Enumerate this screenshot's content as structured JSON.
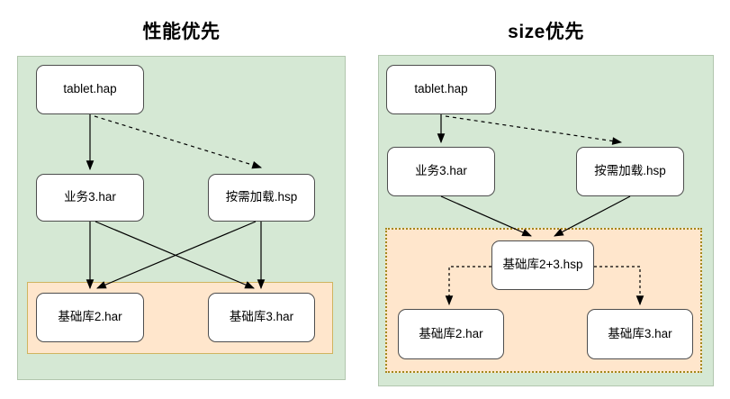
{
  "colors": {
    "panel_green_fill": "#d5e8d4",
    "panel_green_stroke": "#b2c6ae",
    "panel_orange_fill": "#ffe6cc",
    "panel_orange_solid_stroke": "#d0b45f",
    "panel_orange_dotted_stroke": "#a3881c",
    "node_fill": "#ffffff",
    "node_stroke": "#4d4d4d",
    "edge_color": "#000000"
  },
  "diagrams": {
    "left": {
      "title": "性能优先",
      "nodes": {
        "tablet": "tablet.hap",
        "business": "业务3.har",
        "ondemand": "按需加载.hsp",
        "base2": "基础库2.har",
        "base3": "基础库3.har"
      }
    },
    "right": {
      "title": "size优先",
      "nodes": {
        "tablet": "tablet.hap",
        "business": "业务3.har",
        "ondemand": "按需加载.hsp",
        "combined": "基础库2+3.hsp",
        "base2": "基础库2.har",
        "base3": "基础库3.har"
      }
    }
  }
}
